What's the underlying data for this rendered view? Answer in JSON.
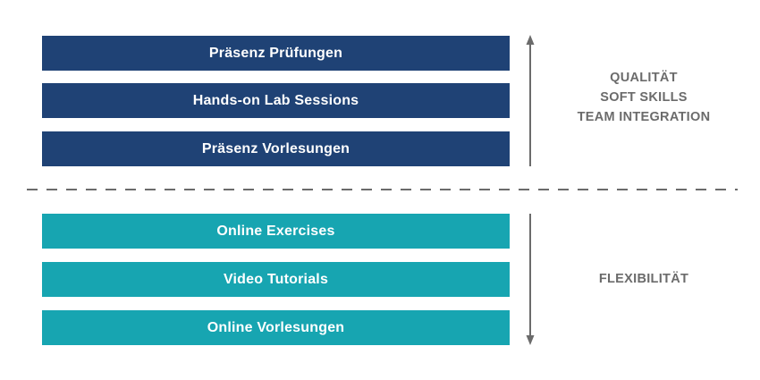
{
  "upper_group": {
    "items": [
      "Präsenz Prüfungen",
      "Hands-on Lab Sessions",
      "Präsenz Vorlesungen"
    ],
    "labels": [
      "QUALITÄT",
      "SOFT SKILLS",
      "TEAM INTEGRATION"
    ]
  },
  "lower_group": {
    "items": [
      "Online Exercises",
      "Video Tutorials",
      "Online Vorlesungen"
    ],
    "labels": [
      "FLEXIBILITÄT"
    ]
  },
  "colors": {
    "upper_bar": "#1f4275",
    "lower_bar": "#17a5b1",
    "label_text": "#6b6b6b",
    "arrow": "#6b6b6b",
    "divider": "#6b6b6b"
  },
  "icons": {
    "upper_arrow": "arrow-up-icon",
    "lower_arrow": "arrow-down-icon"
  }
}
